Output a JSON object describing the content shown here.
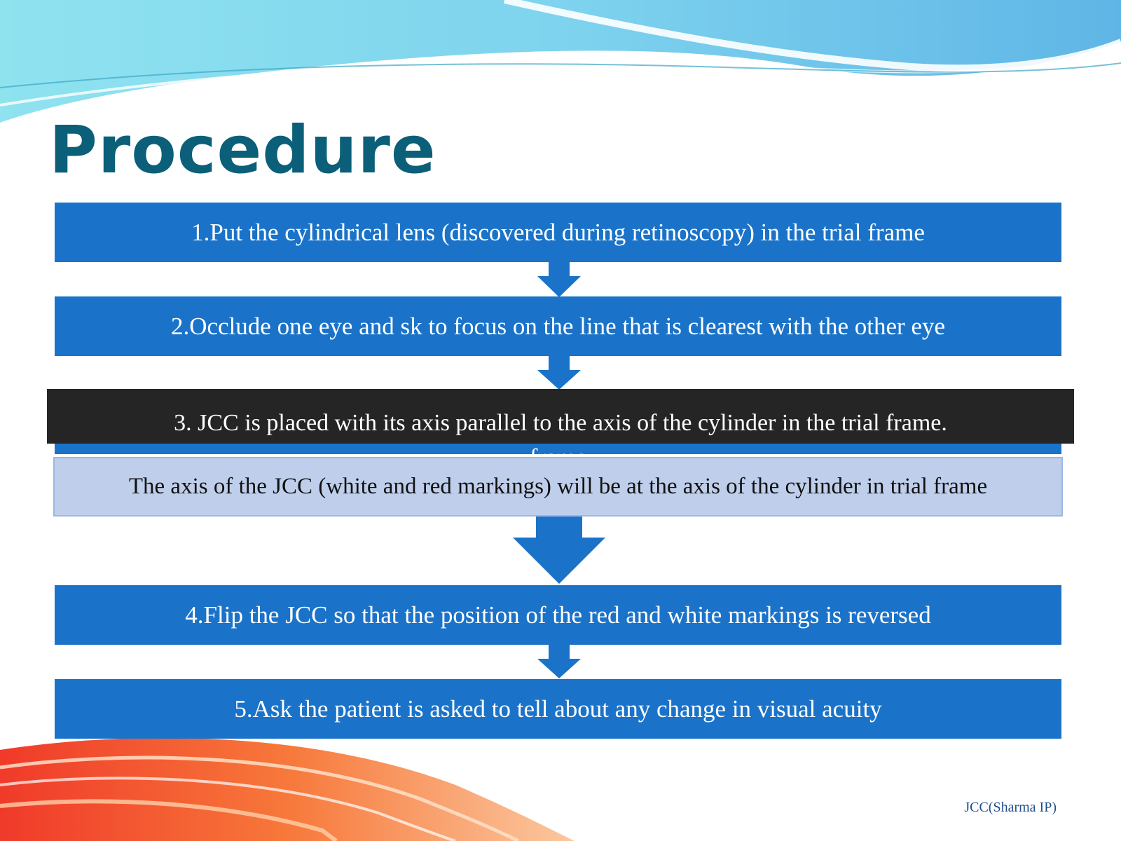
{
  "title": "Procedure",
  "steps": [
    {
      "text": "1.Put the cylindrical lens (discovered during retinoscopy) in the trial frame"
    },
    {
      "text": "2.Occlude one eye  and sk to focus on the line that is clearest with the other eye"
    },
    {
      "text": "frame"
    },
    {
      "text": "4.Flip the JCC so that the position of the red and white markings is reversed"
    },
    {
      "text": "5.Ask the patient is asked to tell about any change in visual acuity"
    }
  ],
  "detail": "The axis of the JCC (white and red markings) will be at the axis of the cylinder in trial frame",
  "caption": "3. JCC is placed with its axis parallel to the axis of the cylinder in the trial frame.",
  "footer": "JCC(Sharma IP)",
  "colors": {
    "step_fill": "#1a73c9",
    "detail_fill": "#bfcfeb",
    "caption_fill": "#252525",
    "title": "#0b5f78"
  }
}
